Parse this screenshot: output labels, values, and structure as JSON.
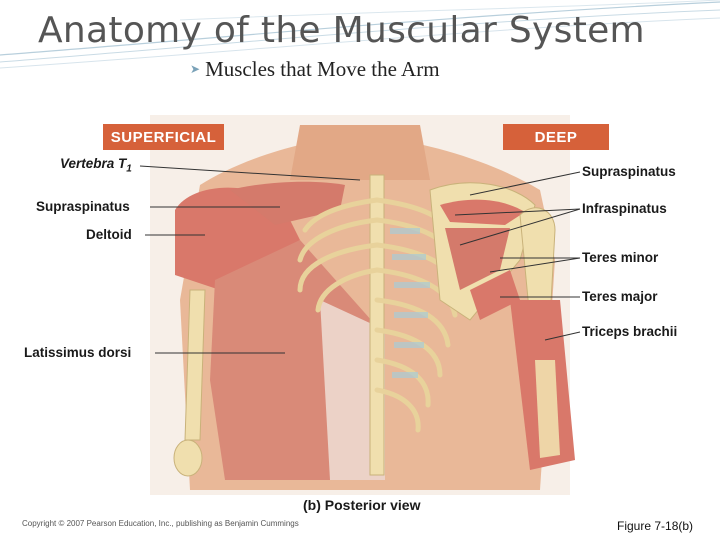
{
  "slide": {
    "title": "Anatomy of the Muscular System",
    "subtitle": "Muscles that Move the Arm",
    "bullet_icon": "bullet-arrow-icon"
  },
  "figure": {
    "badge_superficial": "SUPERFICIAL",
    "badge_deep": "DEEP",
    "labels_left": {
      "vertebra": "Vertebra T",
      "vertebra_sub": "1",
      "supraspinatus": "Supraspinatus",
      "deltoid": "Deltoid",
      "latissimus": "Latissimus dorsi"
    },
    "labels_right": {
      "supraspinatus": "Supraspinatus",
      "infraspinatus": "Infraspinatus",
      "teres_minor": "Teres minor",
      "teres_major": "Teres major",
      "triceps": "Triceps brachii"
    },
    "caption": "(b) Posterior view",
    "copyright": "Copyright © 2007 Pearson Education, Inc., publishing as Benjamin Cummings",
    "figure_number": "Figure 7-18(b)"
  },
  "colors": {
    "badge": "#d6613a",
    "skin": "#e9b898",
    "muscle": "#d9786a",
    "bone": "#f0dfae",
    "title": "#555555"
  }
}
